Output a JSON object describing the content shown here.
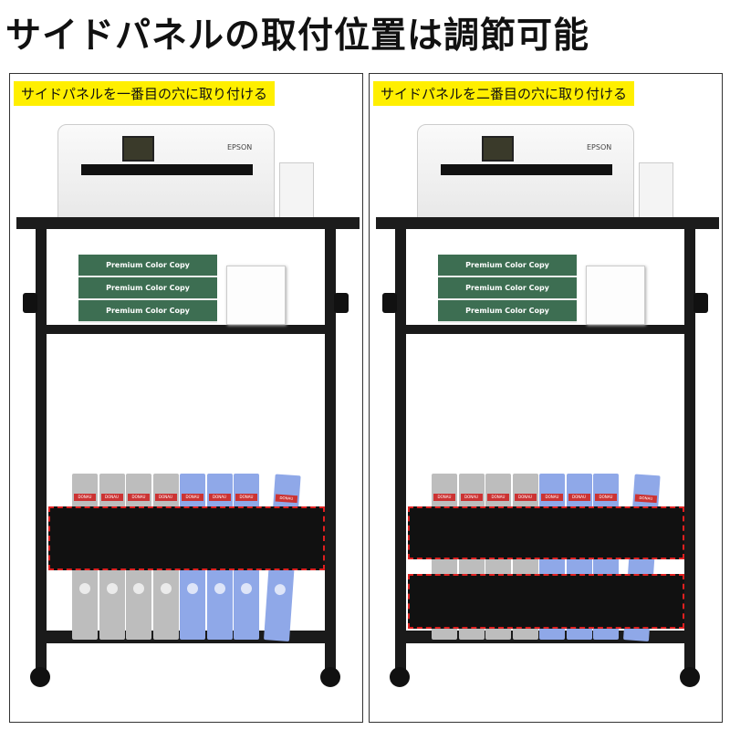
{
  "title": "サイドパネルの取付位置は調節可能",
  "panels": [
    {
      "label": "サイドパネルを一番目の穴に取り付ける"
    },
    {
      "label": "サイドパネルを二番目の穴に取り付ける"
    }
  ],
  "printer_brand": "EPSON",
  "paper_label": "Premium Color Copy",
  "binder_label": "DONAU",
  "colors": {
    "highlight": "#ffef00",
    "frame": "#1a1a1a",
    "dashed_outline": "#e02020",
    "paper": "#3d6e52",
    "binder_gray": "#bdbdbd",
    "binder_blue": "#8fa8e8"
  }
}
